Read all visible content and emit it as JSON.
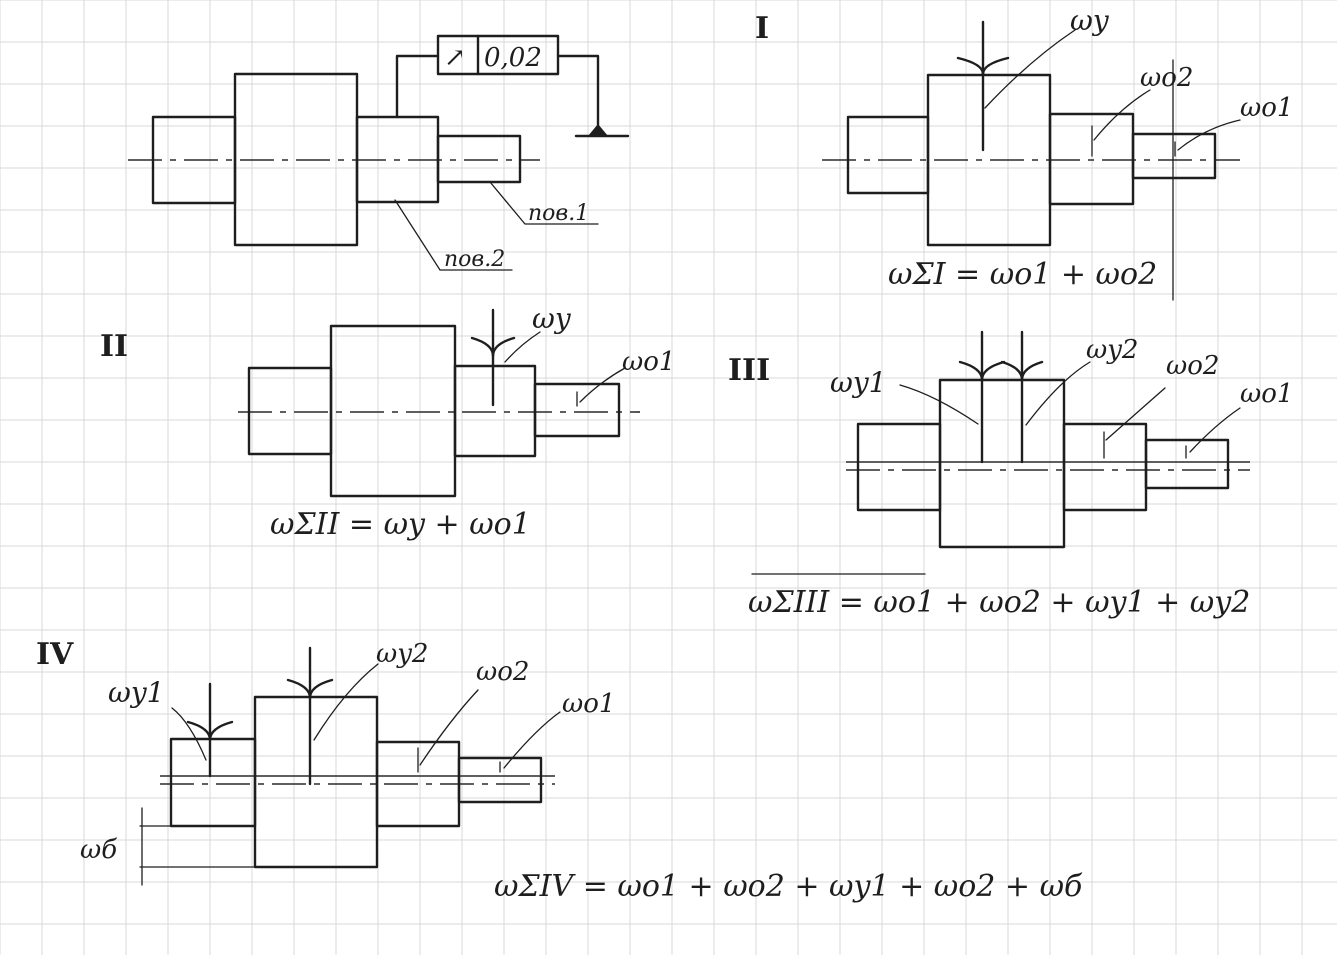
{
  "colors": {
    "ink": "#1e1e1e",
    "grid": "#d9d9d9",
    "paper": "#ffffff"
  },
  "tolerance_frame": {
    "symbol": "↗",
    "value": "0,02"
  },
  "surfaces": {
    "surface_1": "пов.1",
    "surface_2": "пов.2"
  },
  "schemes": [
    {
      "numeral": "I",
      "labels": [
        "ωy",
        "ωo2",
        "ωo1"
      ],
      "formula": "ωΣI = ωo1 + ωo2"
    },
    {
      "numeral": "II",
      "labels": [
        "ωy",
        "ωo1"
      ],
      "formula": "ωΣII = ωy + ωo1"
    },
    {
      "numeral": "III",
      "labels": [
        "ωy1",
        "ωy2",
        "ωo2",
        "ωo1"
      ],
      "formula": "ωΣIII = ωo1 + ωo2 + ωy1 + ωy2"
    },
    {
      "numeral": "IV",
      "labels": [
        "ωy1",
        "ωy2",
        "ωo2",
        "ωo1",
        "ωб"
      ],
      "formula": "ωΣIV = ωo1 + ωo2 + ωy1 + ωo2 + ωб"
    }
  ]
}
